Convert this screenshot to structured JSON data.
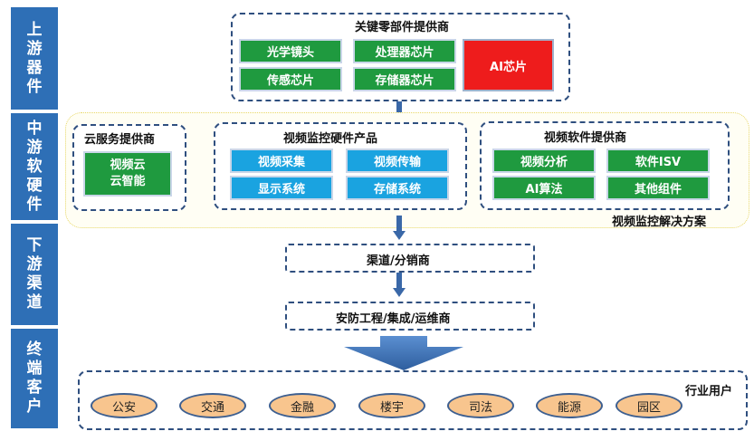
{
  "stages": [
    {
      "label": "上游器件"
    },
    {
      "label": "中游软硬件"
    },
    {
      "label": "下游渠道"
    },
    {
      "label": "终端客户"
    }
  ],
  "upstream": {
    "title": "关键零部件提供商",
    "items": [
      "光学镜头",
      "处理器芯片",
      "传感芯片",
      "存储器芯片"
    ],
    "highlight": "AI芯片"
  },
  "cloud": {
    "title": "云服务提供商",
    "item": "视频云\n云智能"
  },
  "hardware": {
    "title": "视频监控硬件产品",
    "items": [
      "视频采集",
      "视频传输",
      "显示系统",
      "存储系统"
    ]
  },
  "software": {
    "title": "视频软件提供商",
    "items": [
      "视频分析",
      "软件ISV",
      "AI算法",
      "其他组件"
    ]
  },
  "solution_label": "视频监控解决方案",
  "channel": "渠道/分销商",
  "integrator": "安防工程/集成/运维商",
  "industry": {
    "label": "行业用户",
    "items": [
      "公安",
      "交通",
      "金融",
      "楼宇",
      "司法",
      "能源",
      "园区"
    ]
  },
  "colors": {
    "stage_blue": "#2e6fb6",
    "chip_green": "#1f9a3f",
    "chip_blue": "#1aa3e0",
    "chip_red": "#ee1c1c",
    "oval_fill": "#f8c58e",
    "dashed_border": "#2f4f7f",
    "arrow": "#3a68a8"
  }
}
